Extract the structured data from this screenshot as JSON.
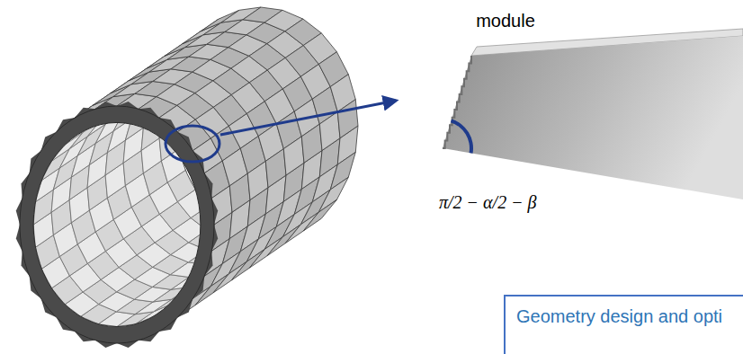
{
  "diagram": {
    "nodes": [
      {
        "text": [
          "Geometry design and opti"
        ]
      }
    ],
    "labels": [
      "module",
      "π/2 − α/2 − β"
    ]
  }
}
